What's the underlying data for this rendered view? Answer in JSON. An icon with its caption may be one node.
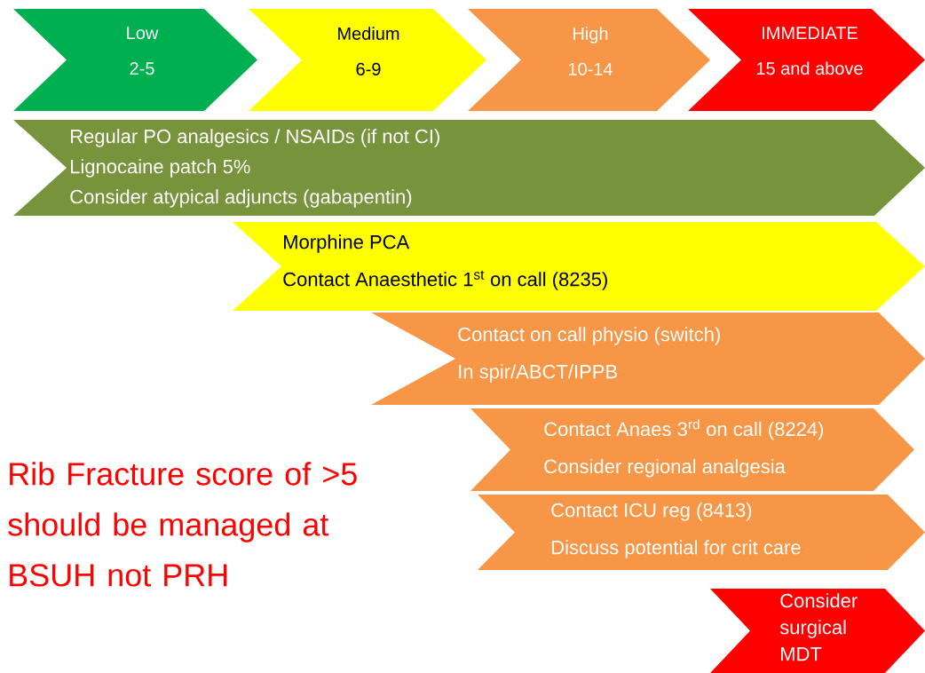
{
  "diagram": {
    "nodes": [
      {
        "text": [
          "Low",
          "2-5"
        ]
      },
      {
        "text": [
          "Medium",
          "6-9"
        ]
      },
      {
        "text": [
          "High",
          "10-14"
        ]
      },
      {
        "text": [
          "IMMEDIATE",
          "15 and above"
        ]
      },
      {
        "text": [
          "Regular PO analgesics   /   NSAIDs (if not CI)",
          "Lignocaine patch 5%",
          "Consider atypical adjuncts (gabapentin)"
        ]
      },
      {
        "text": [
          "Morphine PCA",
          "Contact Anaesthetic 1$^{st}$ on call (8235)"
        ]
      },
      {
        "text": [
          "Contact on call physio (switch)",
          "In spir/ABCT/IPPB"
        ]
      },
      {
        "text": [
          "Contact Anaes 3$^{rd}$ on call (8224)",
          "Consider regional analgesia"
        ]
      },
      {
        "text": [
          "Contact ICU reg (8413)",
          "Discuss  potential for crit care"
        ]
      },
      {
        "text": [
          "Consider surgical MDT"
        ]
      }
    ],
    "labels": [
      "Rib Fracture score of >5 should be managed at BSUH not PRH"
    ]
  }
}
